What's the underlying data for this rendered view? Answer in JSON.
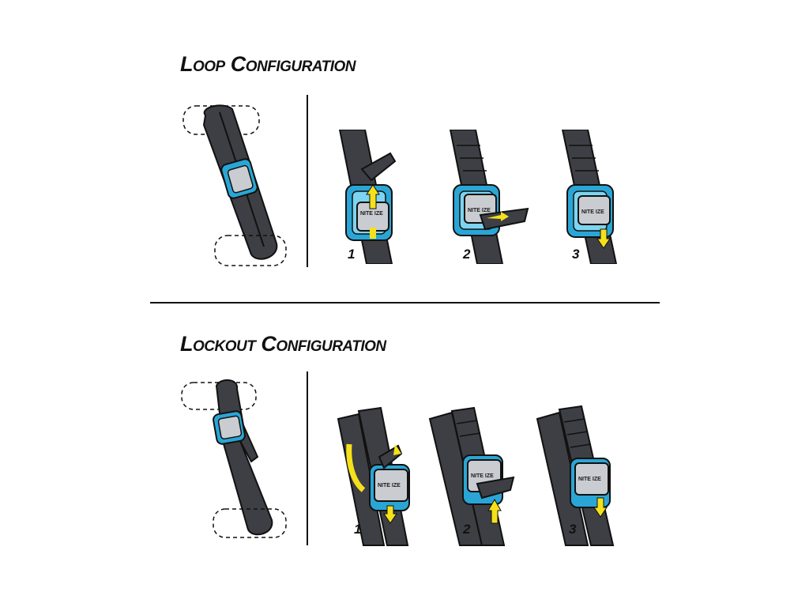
{
  "colors": {
    "strap": "#3d3f44",
    "strap_dark": "#2a2b2f",
    "outline": "#111111",
    "buckle_frame": "#2aa6d6",
    "buckle_frame_light": "#7dd4f0",
    "buckle_metal": "#c9ccd0",
    "arrow": "#f5e11a"
  },
  "sections": {
    "loop": {
      "title": "Loop Configuration",
      "steps": [
        {
          "number": "1"
        },
        {
          "number": "2"
        },
        {
          "number": "3"
        }
      ]
    },
    "lockout": {
      "title": "Lockout Configuration",
      "steps": [
        {
          "number": "1"
        },
        {
          "number": "2"
        },
        {
          "number": "3"
        }
      ]
    }
  },
  "buckle_logo": "NITE IZE"
}
